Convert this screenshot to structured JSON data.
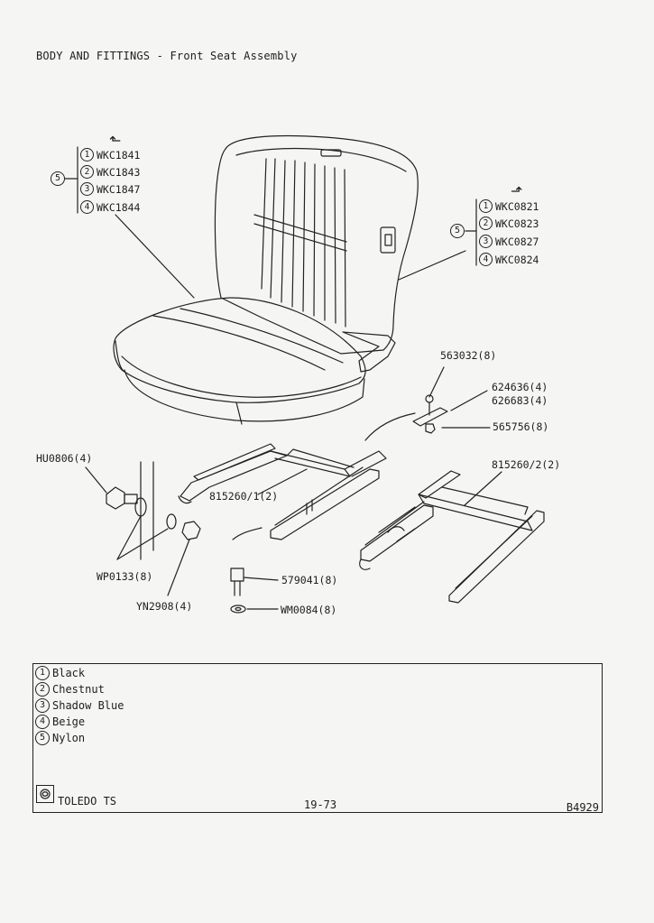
{
  "header": {
    "title": "BODY AND FITTINGS - Front Seat Assembly"
  },
  "left_group": {
    "arrow": "⬑",
    "group_number": "5",
    "items": [
      {
        "num": "1",
        "part": "WKC1841"
      },
      {
        "num": "2",
        "part": "WKC1843"
      },
      {
        "num": "3",
        "part": "WKC1847"
      },
      {
        "num": "4",
        "part": "WKC1844"
      }
    ]
  },
  "right_group": {
    "arrow": "⬏",
    "group_number": "5",
    "items": [
      {
        "num": "1",
        "part": "WKC0821"
      },
      {
        "num": "2",
        "part": "WKC0823"
      },
      {
        "num": "3",
        "part": "WKC0827"
      },
      {
        "num": "4",
        "part": "WKC0824"
      }
    ]
  },
  "callouts": {
    "bolt_563032": "563032(8)",
    "bracket_624636": "624636(4)",
    "bracket_626683": "626683(4)",
    "nut_565756": "565756(8)",
    "runner_right": "815260/2(2)",
    "runner_left": "815260/1(2)",
    "bolt_hu0806": "HU0806(4)",
    "washer_wp0133": "WP0133(8)",
    "nut_yn2908": "YN2908(4)",
    "bolt_579041": "579041(8)",
    "washer_wm0084": "WM0084(8)"
  },
  "legend": [
    {
      "num": "1",
      "label": "Black"
    },
    {
      "num": "2",
      "label": "Chestnut"
    },
    {
      "num": "3",
      "label": "Shadow Blue"
    },
    {
      "num": "4",
      "label": "Beige"
    },
    {
      "num": "5",
      "label": "Nylon"
    }
  ],
  "footer": {
    "model": "TOLEDO TS",
    "page": "19-73",
    "code": "B4929"
  },
  "colors": {
    "ink": "#1e1e1e",
    "paper": "#f5f5f3"
  }
}
